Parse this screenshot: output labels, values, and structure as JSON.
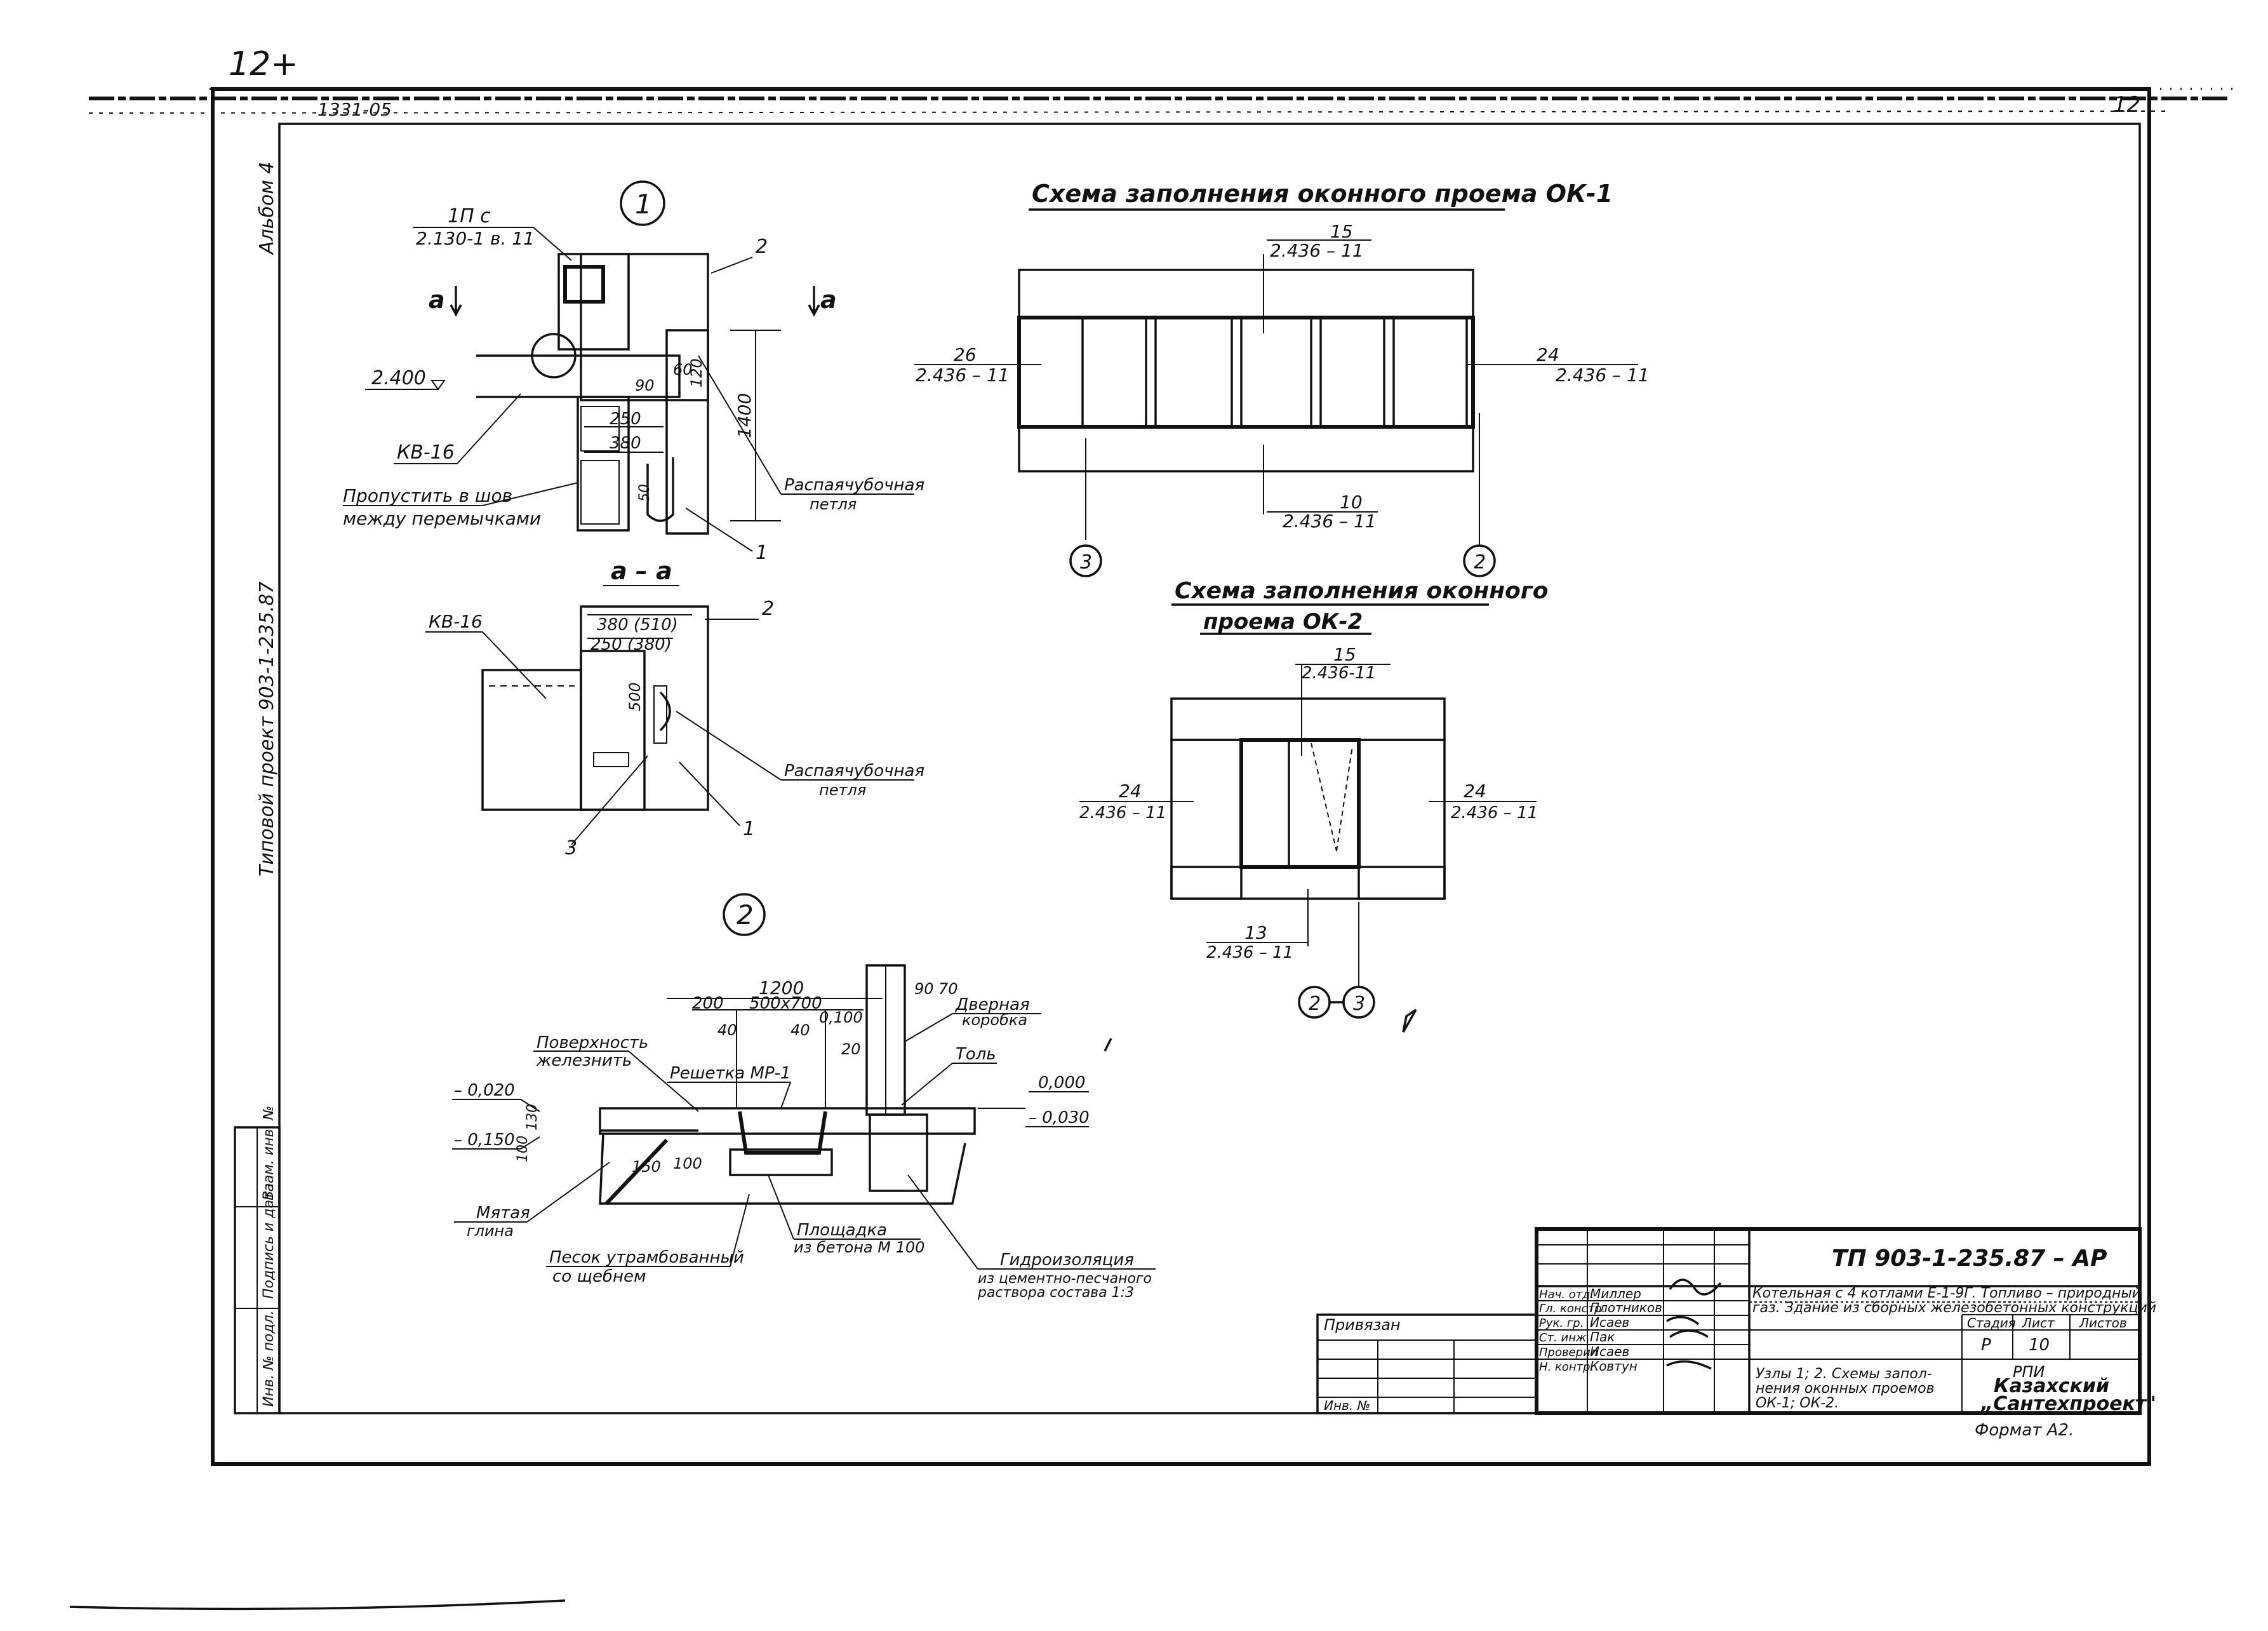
{
  "sheet": {
    "corner_mark": "12+",
    "top_left_code": "1331-05",
    "sheet_number_top": "12",
    "side_album": "Альбом 4",
    "side_project": "Типовой проект 903-1-235.87"
  },
  "detail1": {
    "marker": "1",
    "note_cap": "1П с",
    "note_ref": "2.130-1 в. 11",
    "section_left": "a",
    "section_right": "a",
    "level": "2.400",
    "dim_250": "250",
    "dim_380": "380",
    "dim_1400": "1400",
    "dim_120": "120",
    "dim_90": "90",
    "dim_60": "60",
    "kv": "КВ-16",
    "note_seal_1": "Пропустить в шов",
    "note_seal_2": "между перемычками",
    "loop_1": "Распаячубочная",
    "loop_2": "петля",
    "num_1": "1",
    "num_2": "2"
  },
  "sectionAA": {
    "title": "а – а",
    "kv": "КВ-16",
    "dim_a": "380 (510)",
    "dim_b": "250 (380)",
    "dim_500": "500",
    "num_2": "2",
    "num_3": "3",
    "num_1": "1",
    "loop_1": "Распаячубочная",
    "loop_2": "петля"
  },
  "ok1": {
    "title": "Схема заполнения оконного проема ОК-1",
    "top_num": "15",
    "top_ref": "2.436 – 11",
    "left_num": "26",
    "left_ref": "2.436 – 11",
    "right_num": "24",
    "right_ref": "2.436 – 11",
    "bottom_num": "10",
    "bottom_ref": "2.436 – 11",
    "marker_3": "3",
    "marker_2": "2"
  },
  "ok2": {
    "title_1": "Схема заполнения оконного",
    "title_2": "проема ОК-2",
    "top_num": "15",
    "top_ref": "2.436-11",
    "left_num": "24",
    "left_ref": "2.436 – 11",
    "right_num": "24",
    "right_ref": "2.436 – 11",
    "bottom_num": "13",
    "bottom_ref": "2.436 – 11",
    "marker_2": "2",
    "marker_3": "3"
  },
  "detail2": {
    "marker": "2",
    "dim_1200": "1200",
    "dim_200": "200",
    "dim_500x700": "500х700",
    "dim_40a": "40",
    "dim_40b": "40",
    "level_0100": "0,100",
    "dim_20": "20",
    "dim_90": "90",
    "dim_70": "70",
    "label_surface_1": "Поверхность",
    "label_surface_2": "железнить",
    "label_grate": "Решетка МР-1",
    "label_door_1": "Дверная",
    "label_door_2": "коробка",
    "label_tol": "Толь",
    "level_left_1": "– 0,020",
    "level_left_2": "– 0,150",
    "level_right_1": "0,000",
    "level_right_2": "– 0,030",
    "dim_130": "130",
    "dim_100": "100",
    "dim_150": "150",
    "dim_100b": "100",
    "label_clay_1": "Мятая",
    "label_clay_2": "глина",
    "label_sand_1": "Песок утрамбованный",
    "label_sand_2": "со щебнем",
    "label_pad_1": "Площадка",
    "label_pad_2": "из бетона М 100",
    "label_wp_1": "Гидроизоляция",
    "label_wp_2": "из цементно-песчаного",
    "label_wp_3": "раствора состава 1:3"
  },
  "stamp": {
    "code": "ТП 903-1-235.87 – АР",
    "title_1": "Котельная с 4 котлами Е-1-9Г. Топливо – природный",
    "title_2": "газ. Здание из сборных железобетонных конструкций",
    "roles": [
      "Нач. отд.",
      "Гл. констр.",
      "Рук. гр.",
      "Ст. инж.",
      "Проверил",
      "Н. контр."
    ],
    "names": [
      "Миллер",
      "Плотников",
      "Исаев",
      "Пак",
      "Исаев",
      "Ковтун"
    ],
    "stage_h": "Стадия",
    "sheet_h": "Лист",
    "sheets_h": "Листов",
    "stage": "Р",
    "sheet": "10",
    "sheets": "",
    "desc_1": "Узлы 1; 2. Схемы запол-",
    "desc_2": "нения оконных проемов",
    "desc_3": "ОК-1; ОК-2.",
    "org_1": "РПИ",
    "org_2": "Казахский",
    "org_3": "„Сантехпроект\"",
    "format": "Формат А2.",
    "privyazan": "Привязан",
    "inv": "Инв. №"
  },
  "left_strip": [
    "Инв. № подл.",
    "Подпись и дата",
    "Взам. инв. №"
  ]
}
